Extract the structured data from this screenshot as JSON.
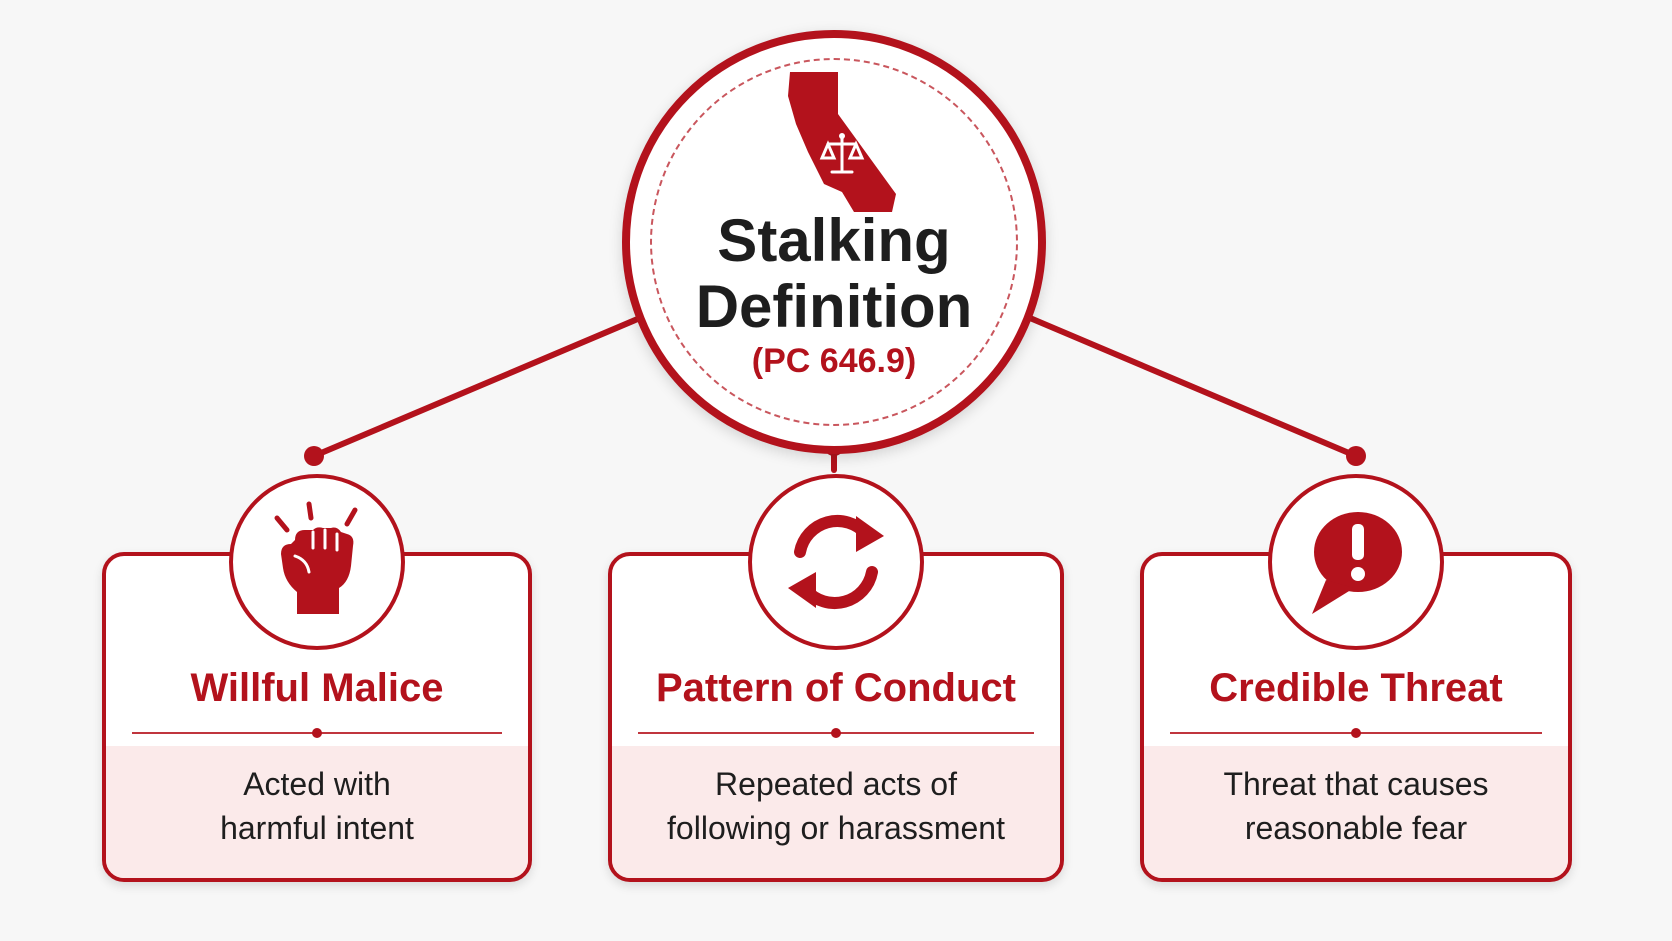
{
  "hub": {
    "title_line1": "Stalking",
    "title_line2": "Definition",
    "subtitle": "(PC 646.9)",
    "icon": "california-scales-icon"
  },
  "elements": [
    {
      "title": "Willful Malice",
      "desc_line1": "Acted with",
      "desc_line2": "harmful intent",
      "icon": "raised-fist-icon"
    },
    {
      "title": "Pattern of Conduct",
      "desc_line1": "Repeated acts of",
      "desc_line2": "following or harassment",
      "icon": "cycle-arrows-icon"
    },
    {
      "title": "Credible Threat",
      "desc_line1": "Threat that causes",
      "desc_line2": "reasonable fear",
      "icon": "alert-speech-bubble-icon"
    }
  ],
  "colors": {
    "accent": "#b3121c",
    "text": "#1e1e1e",
    "panel": "#fbeaea",
    "background": "#f7f7f7"
  }
}
